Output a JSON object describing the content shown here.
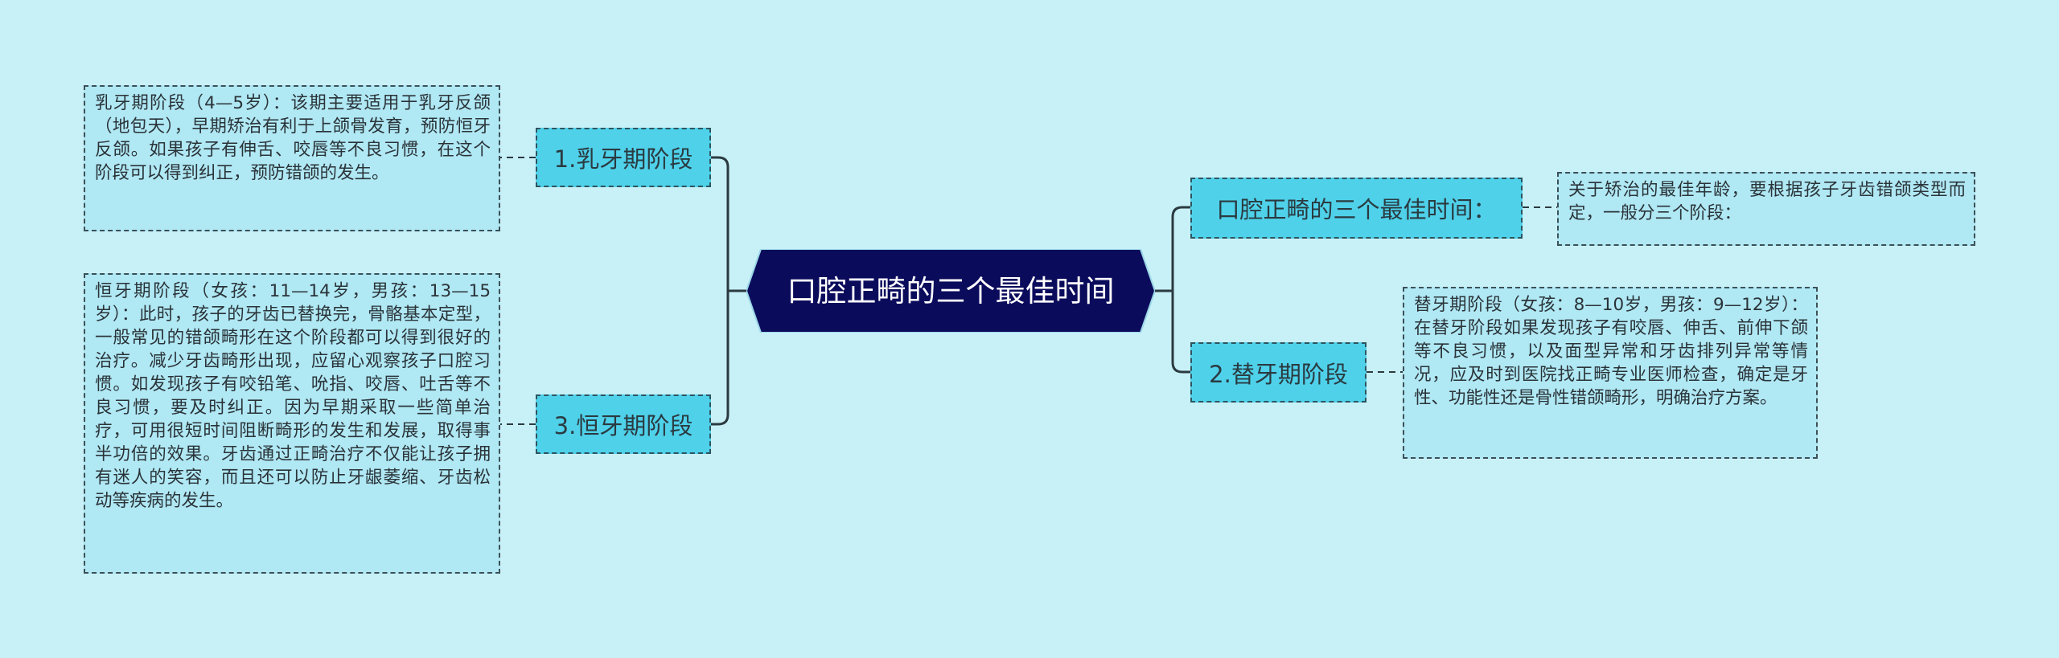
{
  "center": {
    "title": "口腔正畸的三个最佳时间"
  },
  "left": [
    {
      "label": "1.乳牙期阶段",
      "detail": "乳牙期阶段（4—5岁）：该期主要适用于乳牙反颌（地包天），早期矫治有利于上颌骨发育，预防恒牙反颌。如果孩子有伸舌、咬唇等不良习惯，在这个阶段可以得到纠正，预防错颌的发生。"
    },
    {
      "label": "3.恒牙期阶段",
      "detail": "恒牙期阶段（女孩：11—14岁，男孩：13—15岁）：此时，孩子的牙齿已替换完，骨骼基本定型，一般常见的错颌畸形在这个阶段都可以得到很好的治疗。减少牙齿畸形出现，应留心观察孩子口腔习惯。如发现孩子有咬铅笔、吮指、咬唇、吐舌等不良习惯，要及时纠正。因为早期采取一些简单治疗，可用很短时间阻断畸形的发生和发展，取得事半功倍的效果。牙齿通过正畸治疗不仅能让孩子拥有迷人的笑容，而且还可以防止牙龈萎缩、牙齿松动等疾病的发生。"
    }
  ],
  "right": [
    {
      "label": "口腔正畸的三个最佳时间：",
      "detail": "关于矫治的最佳年龄，要根据孩子牙齿错颌类型而定，一般分三个阶段："
    },
    {
      "label": "2.替牙期阶段",
      "detail": "替牙期阶段（女孩：8—10岁，男孩：9—12岁）：在替牙阶段如果发现孩子有咬唇、伸舌、前伸下颌等不良习惯，以及面型异常和牙齿排列异常等情况，应及时到医院找正畸专业医师检查，确定是牙性、功能性还是骨性错颌畸形，明确治疗方案。"
    }
  ],
  "colors": {
    "background": "#c8f0f7",
    "center_fill": "#0b0b5c",
    "branch_fill": "#4fd1ea",
    "leaf_fill": "#b0e8f4",
    "line": "#2b3a40"
  }
}
